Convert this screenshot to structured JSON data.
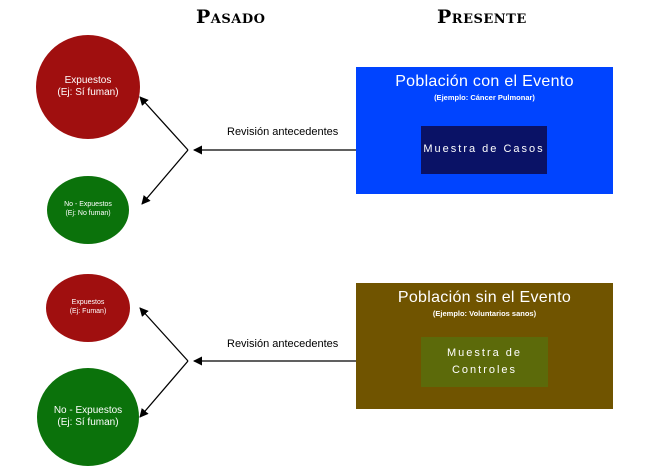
{
  "headers": {
    "past": "Pasado",
    "present": "Presente"
  },
  "top": {
    "exposed": {
      "line1": "Expuestos",
      "line2": "(Ej: Sí fuman)"
    },
    "unexposed": {
      "line1": "No - Expuestos",
      "line2": "(Ej: No fuman)"
    },
    "review_label": "Revisión antecedentes",
    "population": {
      "title": "Población con el Evento",
      "subtitle": "(Ejemplo: Cáncer Pulmonar)"
    },
    "sample": {
      "line1": "Muestra de Casos"
    }
  },
  "bottom": {
    "exposed": {
      "line1": "Expuestos",
      "line2": "(Ej: Fuman)"
    },
    "unexposed": {
      "line1": "No - Expuestos",
      "line2": "(Ej: Sí fuman)"
    },
    "review_label": "Revisión antecedentes",
    "population": {
      "title": "Población sin el Evento",
      "subtitle": "(Ejemplo: Voluntarios sanos)"
    },
    "sample": {
      "line1": "Muestra de",
      "line2": "Controles"
    }
  },
  "colors": {
    "exposed": "#a00f0f",
    "unexposed": "#0b720b",
    "population_with_event": "#0044ff",
    "cases_sample": "#0a1266",
    "population_without_event": "#705400",
    "controls_sample": "#5c6a0a"
  }
}
